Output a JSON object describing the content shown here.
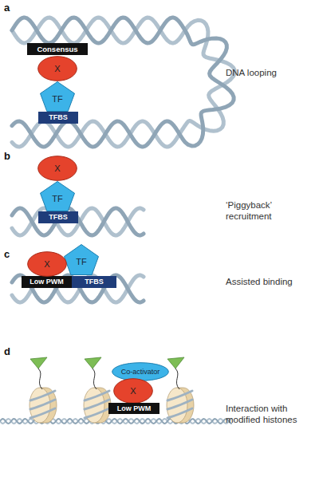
{
  "diagram": {
    "nodes": [
      {
        "text": [
          "Consensus"
        ]
      },
      {
        "text": [
          "X"
        ]
      },
      {
        "text": [
          "TF"
        ]
      },
      {
        "text": [
          "TFBS"
        ]
      },
      {
        "text": [
          "X"
        ]
      },
      {
        "text": [
          "TF"
        ]
      },
      {
        "text": [
          "TFBS"
        ]
      },
      {
        "text": [
          "X"
        ]
      },
      {
        "text": [
          "TF"
        ]
      },
      {
        "text": [
          "Low PWM"
        ]
      },
      {
        "text": [
          "TFBS"
        ]
      },
      {
        "text": [
          "Co-activator"
        ]
      },
      {
        "text": [
          "X"
        ]
      },
      {
        "text": [
          "Low PWM"
        ]
      }
    ],
    "labels": [
      "a",
      "DNA looping",
      "b",
      "‘Piggyback’ recruitment",
      "c",
      "Assisted binding",
      "d",
      "Interaction with modified histones"
    ]
  }
}
